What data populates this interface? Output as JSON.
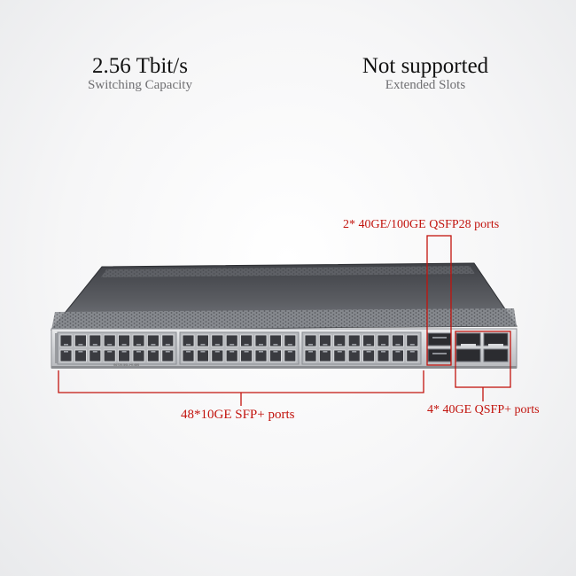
{
  "specs": [
    {
      "value": "2.56 Tbit/s",
      "label": "Switching Capacity"
    },
    {
      "value": "Not supported",
      "label": "Extended Slots"
    }
  ],
  "device": {
    "model_label": "S6720-50L-HI-48S"
  },
  "callouts": {
    "qsfp28": "2* 40GE/100GE QSFP28 ports",
    "sfp": "48*10GE SFP+ ports",
    "qsfp": "4* 40GE QSFP+ ports"
  },
  "colors": {
    "callout": "#c2140e",
    "chassis_top": "#5b5d62",
    "front_panel": "#d7d9dc"
  }
}
